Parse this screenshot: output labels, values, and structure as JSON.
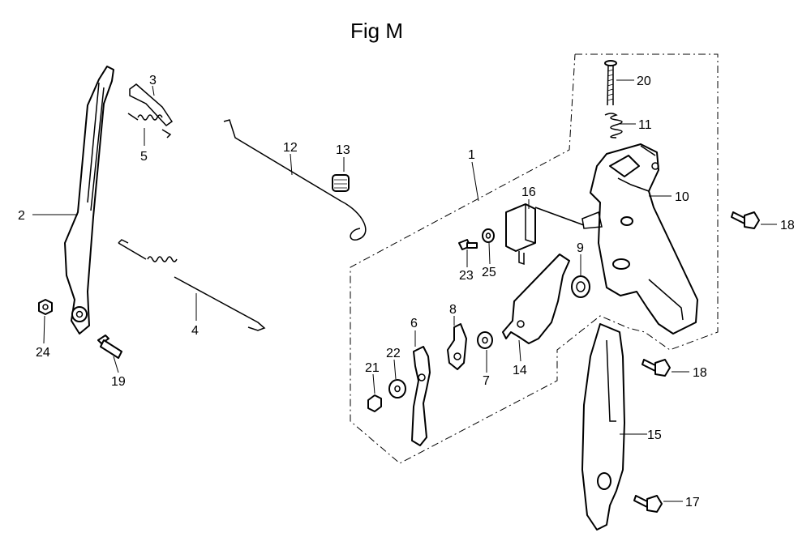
{
  "figure": {
    "title": "Fig M"
  },
  "callouts": [
    {
      "id": "c1",
      "label": "1"
    },
    {
      "id": "c2",
      "label": "2"
    },
    {
      "id": "c3",
      "label": "3"
    },
    {
      "id": "c4",
      "label": "4"
    },
    {
      "id": "c5",
      "label": "5"
    },
    {
      "id": "c6",
      "label": "6"
    },
    {
      "id": "c7",
      "label": "7"
    },
    {
      "id": "c8",
      "label": "8"
    },
    {
      "id": "c9",
      "label": "9"
    },
    {
      "id": "c10",
      "label": "10"
    },
    {
      "id": "c11",
      "label": "11"
    },
    {
      "id": "c12",
      "label": "12"
    },
    {
      "id": "c13",
      "label": "13"
    },
    {
      "id": "c14",
      "label": "14"
    },
    {
      "id": "c15",
      "label": "15"
    },
    {
      "id": "c16",
      "label": "16"
    },
    {
      "id": "c17",
      "label": "17"
    },
    {
      "id": "c18a",
      "label": "18"
    },
    {
      "id": "c18b",
      "label": "18"
    },
    {
      "id": "c19",
      "label": "19"
    },
    {
      "id": "c20",
      "label": "20"
    },
    {
      "id": "c21",
      "label": "21"
    },
    {
      "id": "c22",
      "label": "22"
    },
    {
      "id": "c23",
      "label": "23"
    },
    {
      "id": "c24",
      "label": "24"
    },
    {
      "id": "c25",
      "label": "25"
    }
  ]
}
